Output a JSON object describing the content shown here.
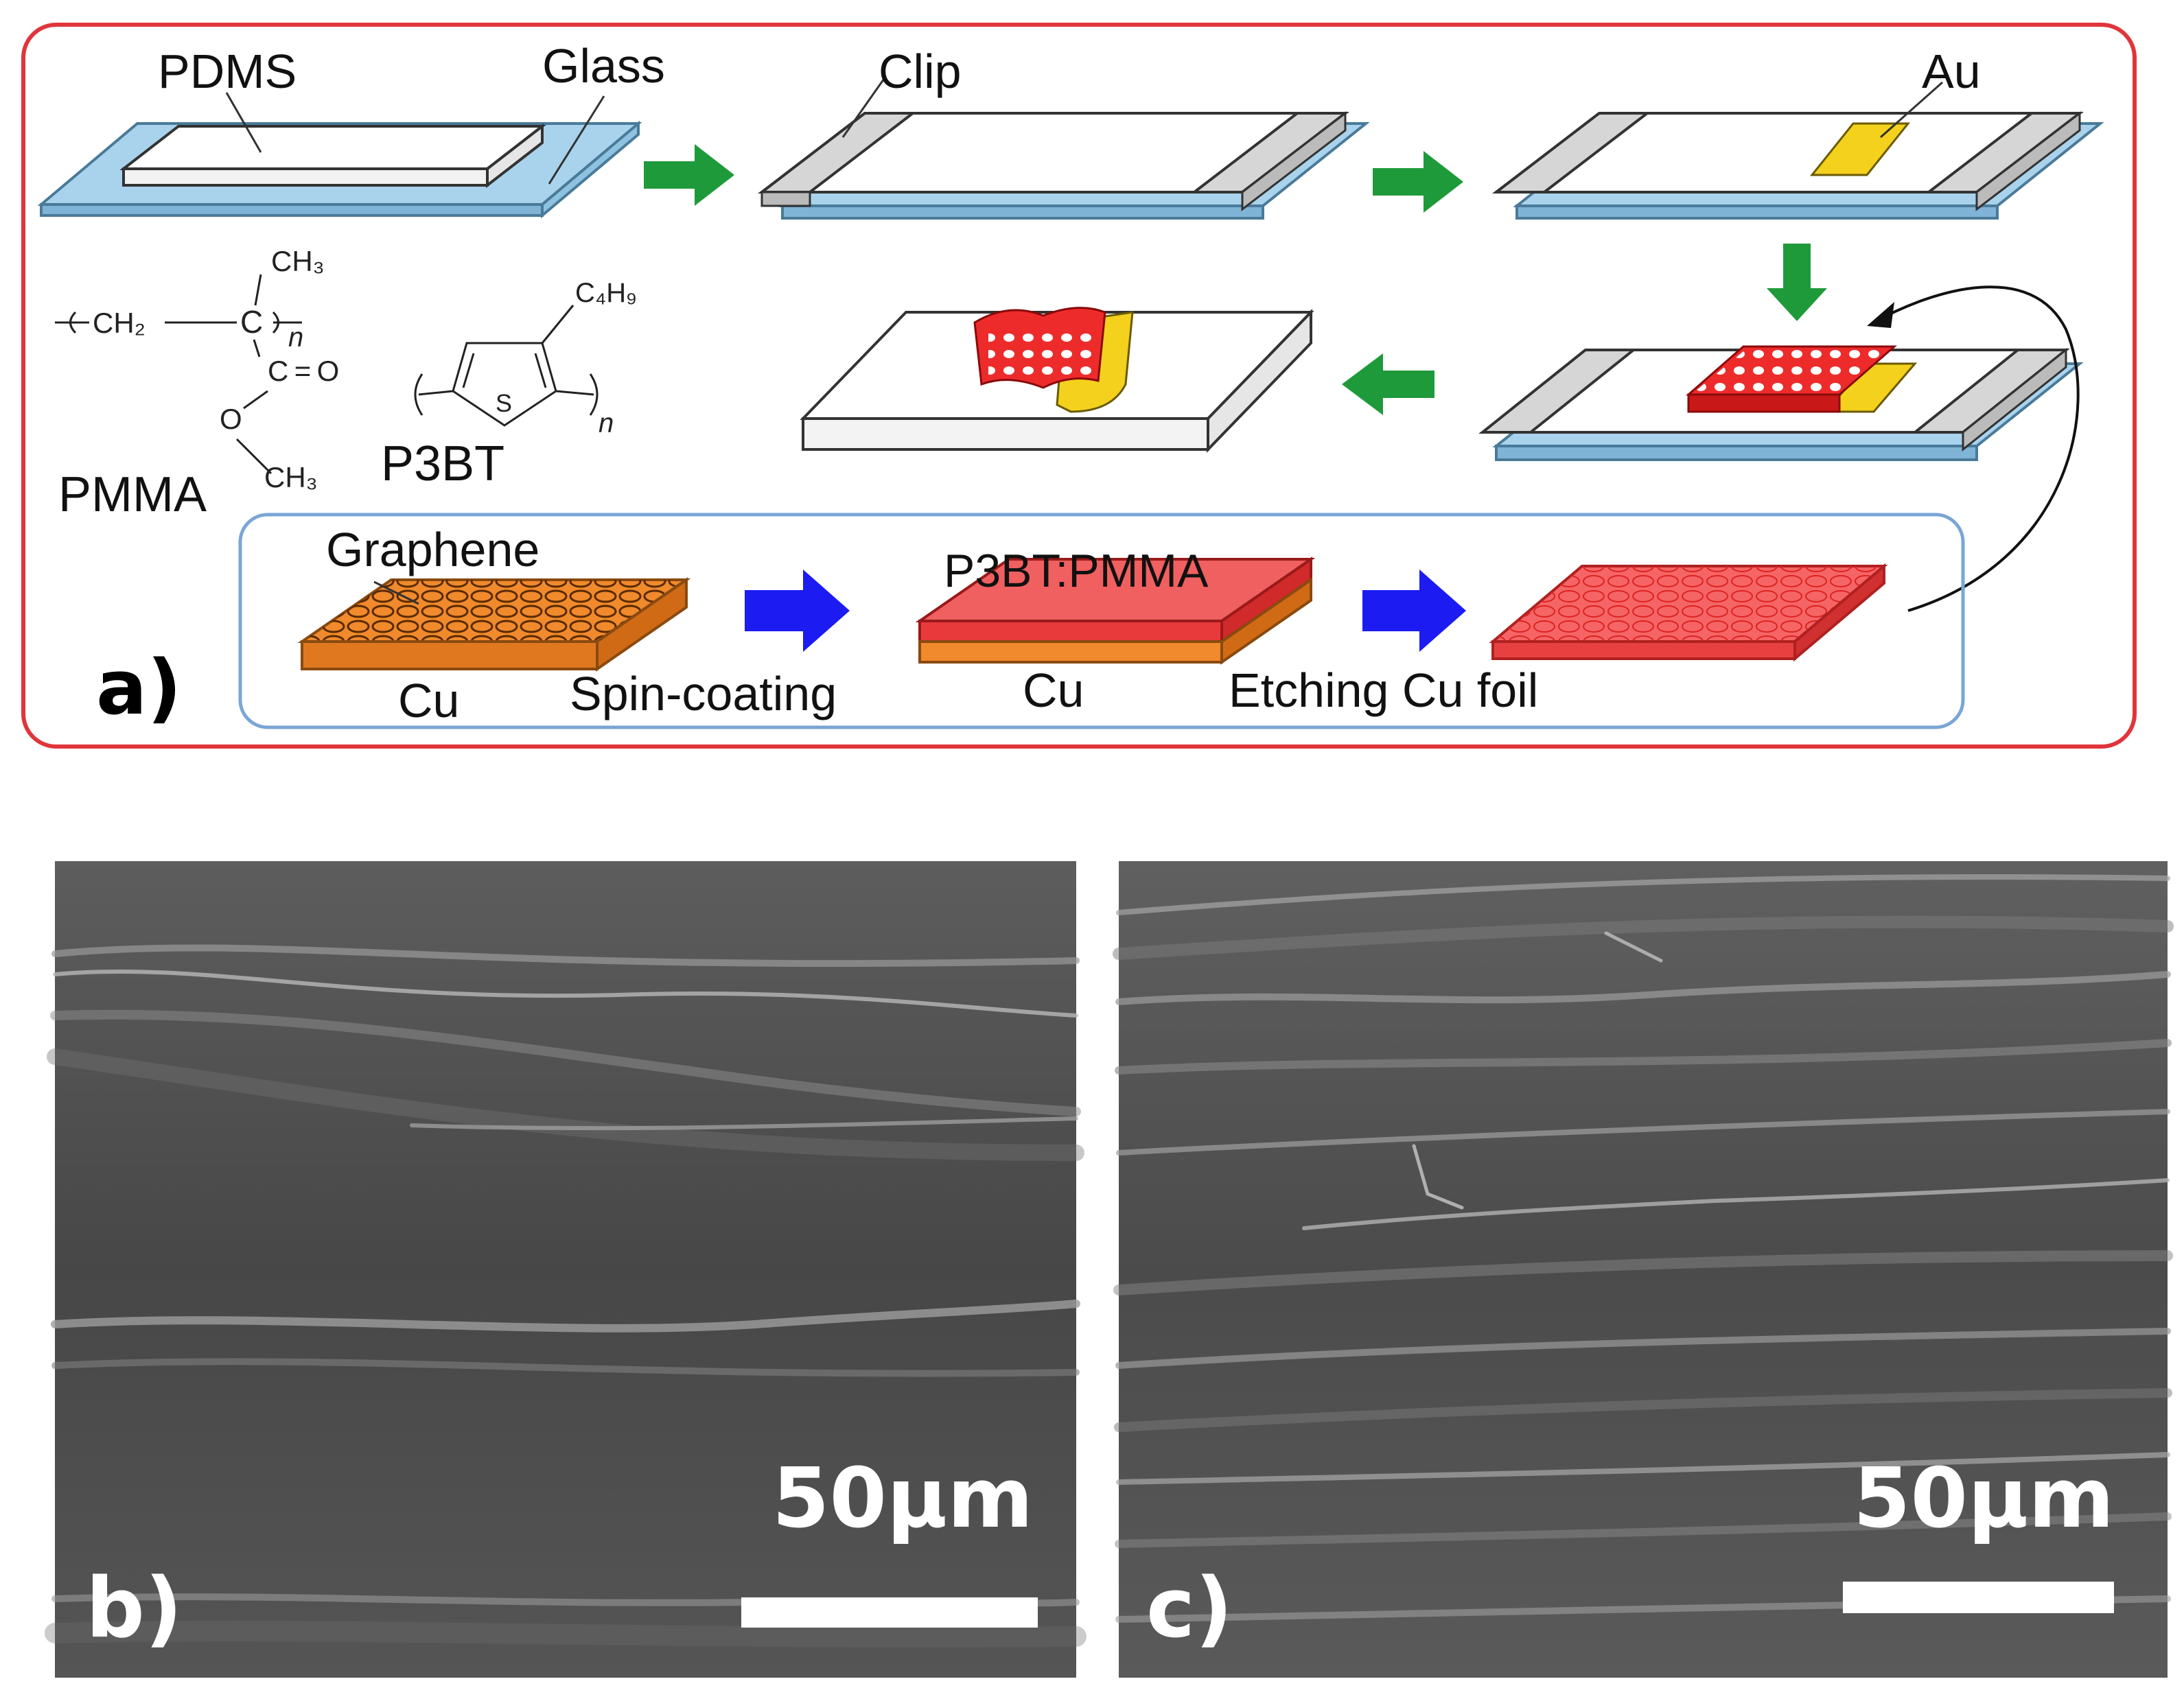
{
  "panel_a": {
    "letter": "a)",
    "step1": {
      "pdms": "PDMS",
      "glass": "Glass"
    },
    "step2": {
      "clip": "Clip"
    },
    "step3": {
      "au": "Au"
    },
    "chem": {
      "pmma_ch3_top": "CH₃",
      "pmma_ch2": "CH₂",
      "pmma_c": "C",
      "pmma_n": "n",
      "pmma_co": "C = O",
      "pmma_o": "O",
      "pmma_ch3_bottom": "CH₃",
      "pmma": "PMMA",
      "p3bt_side": "C₄H₉",
      "p3bt_s": "S",
      "p3bt_n": "n",
      "p3bt": "P3BT"
    },
    "bottom_row": {
      "graphene": "Graphene",
      "cu_1": "Cu",
      "spin_coating": "Spin-coating",
      "p3bt_pmma": "P3BT:PMMA",
      "cu_2": "Cu",
      "etching": "Etching Cu foil"
    }
  },
  "panel_b": {
    "letter": "b)",
    "scale_label": "50μm"
  },
  "panel_c": {
    "letter": "c)",
    "scale_label": "50μm"
  },
  "colors": {
    "outer_border": "#e0353b",
    "inner_border": "#7aa6d6",
    "glass": "#a9d3ec",
    "gold": "#f3d11d",
    "green_arrow": "#1f9a3b",
    "blue_arrow": "#1b1bf2",
    "copper": "#f08a2c",
    "red_film": "#ee2b2b",
    "sem_gray": "#5c5c5c"
  }
}
